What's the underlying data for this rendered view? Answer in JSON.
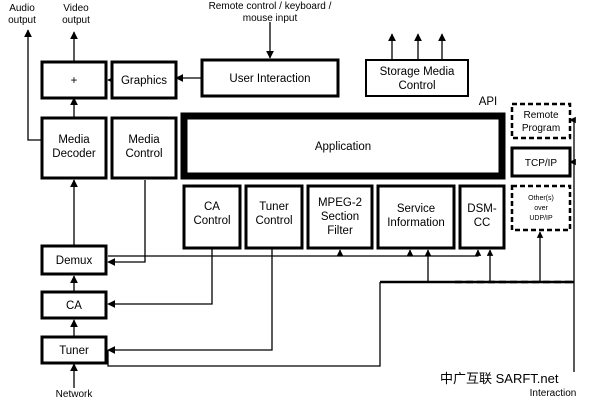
{
  "outputs": {
    "audio_line1": "Audio",
    "audio_line2": "output",
    "video_line1": "Video",
    "video_line2": "output"
  },
  "remote_input": {
    "line1": "Remote control / keyboard /",
    "line2": "mouse input"
  },
  "boxes": {
    "plus": "+",
    "graphics": "Graphics",
    "user_interaction": "User Interaction",
    "storage_line1": "Storage Media",
    "storage_line2": "Control",
    "api": "API",
    "remote_program_line1": "Remote",
    "remote_program_line2": "Program",
    "media_decoder_line1": "Media",
    "media_decoder_line2": "Decoder",
    "media_control_line1": "Media",
    "media_control_line2": "Control",
    "application": "Application",
    "tcpip": "TCP/IP",
    "ca_control_line1": "CA",
    "ca_control_line2": "Control",
    "tuner_control_line1": "Tuner",
    "tuner_control_line2": "Control",
    "mpeg_line1": "MPEG-2",
    "mpeg_line2": "Section",
    "mpeg_line3": "Filter",
    "service_line1": "Service",
    "service_line2": "Information",
    "dsmcc_line1": "DSM-",
    "dsmcc_line2": "CC",
    "others_line1": "Other(s)",
    "others_line2": "over",
    "others_line3": "UDP/IP",
    "demux": "Demux",
    "ca": "CA",
    "tuner": "Tuner"
  },
  "network": "Network",
  "interaction": "Interaction",
  "watermark": "中广互联  SARFT.net"
}
